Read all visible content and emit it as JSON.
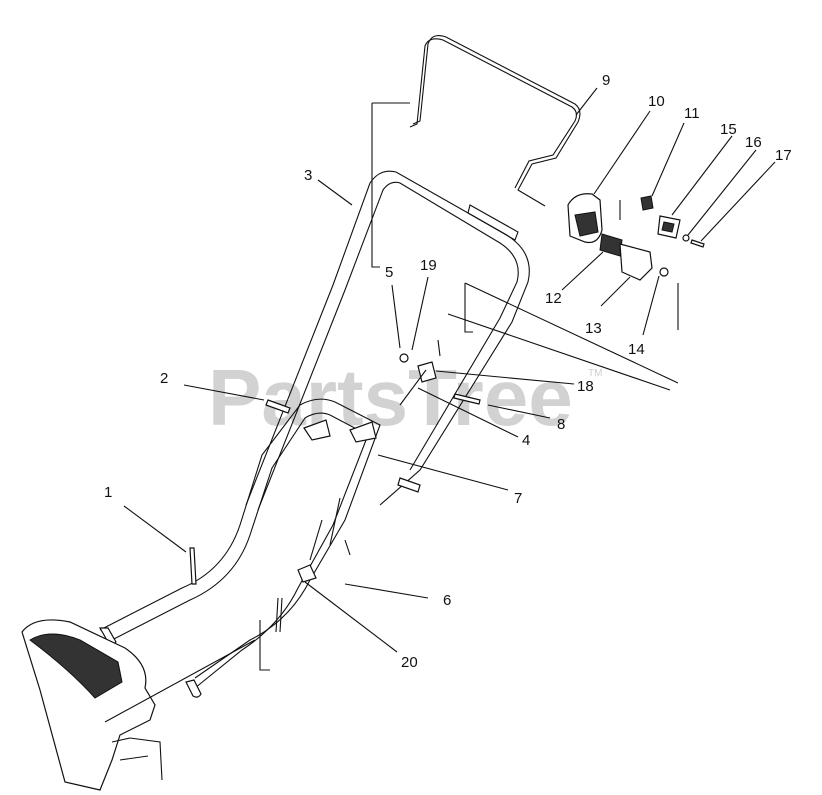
{
  "watermark": {
    "text": "PartsTree",
    "tm": "TM"
  },
  "callouts": [
    "1",
    "2",
    "3",
    "4",
    "5",
    "6",
    "7",
    "8",
    "9",
    "10",
    "11",
    "12",
    "13",
    "14",
    "15",
    "16",
    "17",
    "18",
    "19",
    "20"
  ]
}
